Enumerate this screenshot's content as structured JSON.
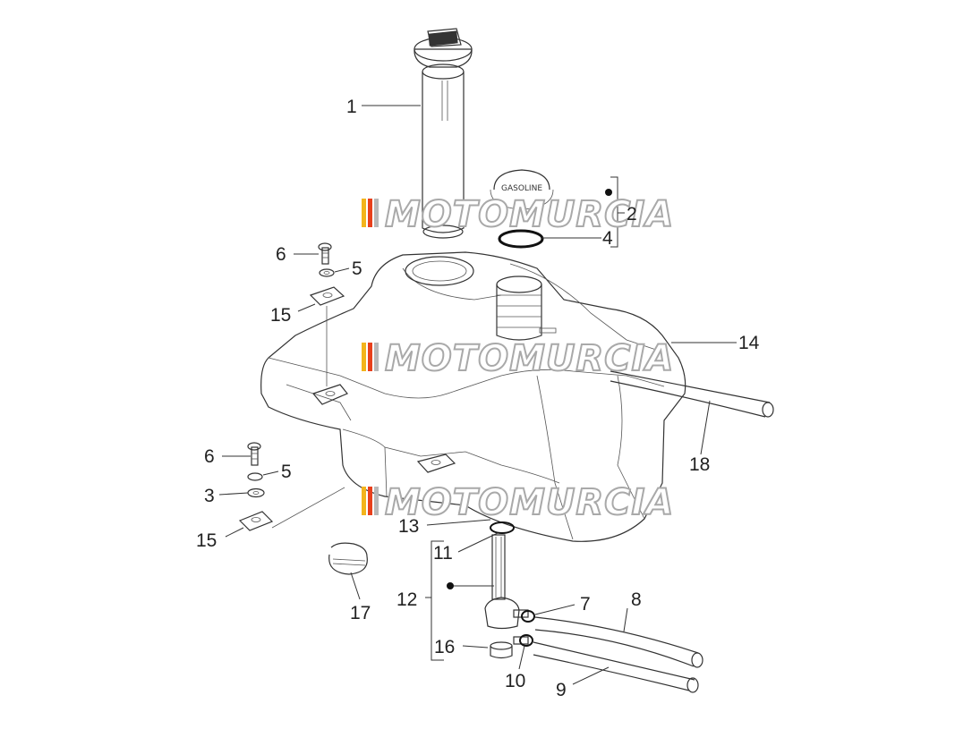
{
  "watermark": {
    "text": "MOTOMURCIA",
    "stripe_colors": [
      "#f3b41c",
      "#e8401c",
      "#b9b9b9"
    ]
  },
  "callouts": [
    {
      "id": "1",
      "text": "1"
    },
    {
      "id": "2",
      "text": "2"
    },
    {
      "id": "4",
      "text": "4"
    },
    {
      "id": "6a",
      "text": "6"
    },
    {
      "id": "5a",
      "text": "5"
    },
    {
      "id": "15a",
      "text": "15"
    },
    {
      "id": "14",
      "text": "14"
    },
    {
      "id": "18",
      "text": "18"
    },
    {
      "id": "6b",
      "text": "6"
    },
    {
      "id": "5b",
      "text": "5"
    },
    {
      "id": "3",
      "text": "3"
    },
    {
      "id": "15b",
      "text": "15"
    },
    {
      "id": "13",
      "text": "13"
    },
    {
      "id": "11",
      "text": "11"
    },
    {
      "id": "17",
      "text": "17"
    },
    {
      "id": "12",
      "text": "12"
    },
    {
      "id": "7",
      "text": "7"
    },
    {
      "id": "8",
      "text": "8"
    },
    {
      "id": "16",
      "text": "16"
    },
    {
      "id": "10",
      "text": "10"
    },
    {
      "id": "9",
      "text": "9"
    }
  ],
  "cap_text": "GASOLINE"
}
